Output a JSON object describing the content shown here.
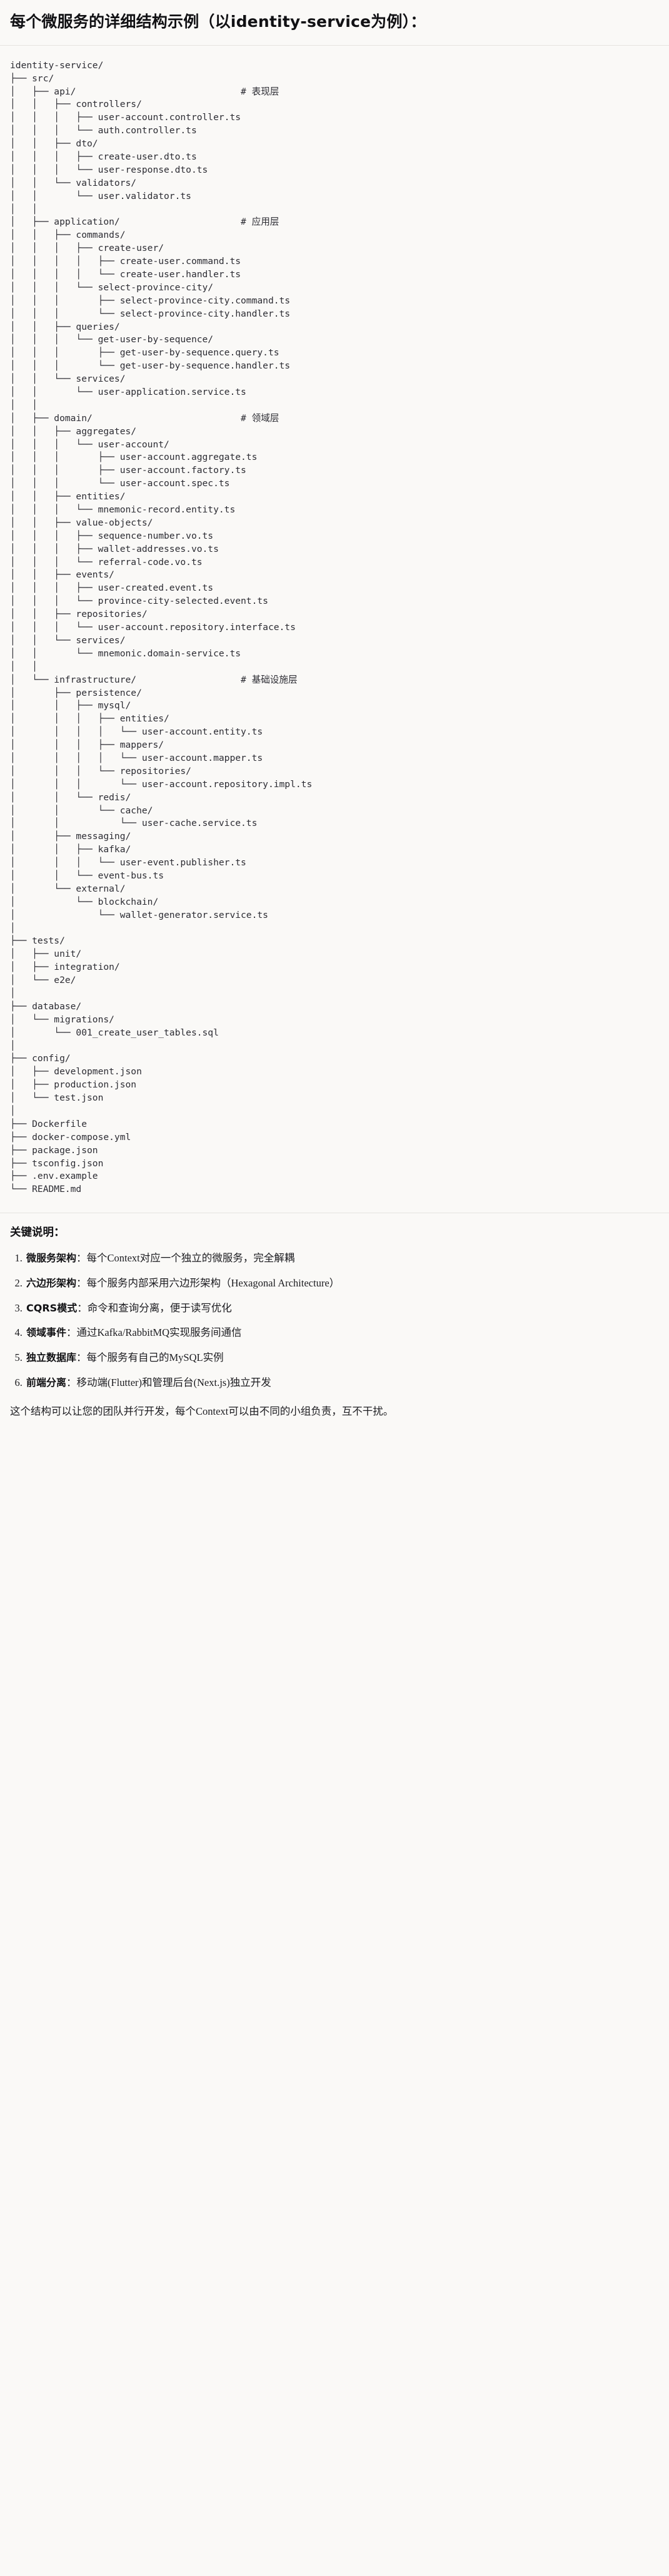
{
  "document": {
    "title": "每个微服务的详细结构示例（以identity-service为例）："
  },
  "tree": {
    "root_label": "identity-service/",
    "comment_column": 42,
    "lines": [
      {
        "prefix": "",
        "name": "identity-service/",
        "comment": ""
      },
      {
        "prefix": "├── ",
        "name": "src/",
        "comment": ""
      },
      {
        "prefix": "│   ├── ",
        "name": "api/",
        "comment": "# 表现层"
      },
      {
        "prefix": "│   │   ├── ",
        "name": "controllers/",
        "comment": ""
      },
      {
        "prefix": "│   │   │   ├── ",
        "name": "user-account.controller.ts",
        "comment": ""
      },
      {
        "prefix": "│   │   │   └── ",
        "name": "auth.controller.ts",
        "comment": ""
      },
      {
        "prefix": "│   │   ├── ",
        "name": "dto/",
        "comment": ""
      },
      {
        "prefix": "│   │   │   ├── ",
        "name": "create-user.dto.ts",
        "comment": ""
      },
      {
        "prefix": "│   │   │   └── ",
        "name": "user-response.dto.ts",
        "comment": ""
      },
      {
        "prefix": "│   │   └── ",
        "name": "validators/",
        "comment": ""
      },
      {
        "prefix": "│   │       └── ",
        "name": "user.validator.ts",
        "comment": ""
      },
      {
        "prefix": "│   │",
        "name": "",
        "comment": ""
      },
      {
        "prefix": "│   ├── ",
        "name": "application/",
        "comment": "# 应用层"
      },
      {
        "prefix": "│   │   ├── ",
        "name": "commands/",
        "comment": ""
      },
      {
        "prefix": "│   │   │   ├── ",
        "name": "create-user/",
        "comment": ""
      },
      {
        "prefix": "│   │   │   │   ├── ",
        "name": "create-user.command.ts",
        "comment": ""
      },
      {
        "prefix": "│   │   │   │   └── ",
        "name": "create-user.handler.ts",
        "comment": ""
      },
      {
        "prefix": "│   │   │   └── ",
        "name": "select-province-city/",
        "comment": ""
      },
      {
        "prefix": "│   │   │       ├── ",
        "name": "select-province-city.command.ts",
        "comment": ""
      },
      {
        "prefix": "│   │   │       └── ",
        "name": "select-province-city.handler.ts",
        "comment": ""
      },
      {
        "prefix": "│   │   ├── ",
        "name": "queries/",
        "comment": ""
      },
      {
        "prefix": "│   │   │   └── ",
        "name": "get-user-by-sequence/",
        "comment": ""
      },
      {
        "prefix": "│   │   │       ├── ",
        "name": "get-user-by-sequence.query.ts",
        "comment": ""
      },
      {
        "prefix": "│   │   │       └── ",
        "name": "get-user-by-sequence.handler.ts",
        "comment": ""
      },
      {
        "prefix": "│   │   └── ",
        "name": "services/",
        "comment": ""
      },
      {
        "prefix": "│   │       └── ",
        "name": "user-application.service.ts",
        "comment": ""
      },
      {
        "prefix": "│   │",
        "name": "",
        "comment": ""
      },
      {
        "prefix": "│   ├── ",
        "name": "domain/",
        "comment": "# 领域层"
      },
      {
        "prefix": "│   │   ├── ",
        "name": "aggregates/",
        "comment": ""
      },
      {
        "prefix": "│   │   │   └── ",
        "name": "user-account/",
        "comment": ""
      },
      {
        "prefix": "│   │   │       ├── ",
        "name": "user-account.aggregate.ts",
        "comment": ""
      },
      {
        "prefix": "│   │   │       ├── ",
        "name": "user-account.factory.ts",
        "comment": ""
      },
      {
        "prefix": "│   │   │       └── ",
        "name": "user-account.spec.ts",
        "comment": ""
      },
      {
        "prefix": "│   │   ├── ",
        "name": "entities/",
        "comment": ""
      },
      {
        "prefix": "│   │   │   └── ",
        "name": "mnemonic-record.entity.ts",
        "comment": ""
      },
      {
        "prefix": "│   │   ├── ",
        "name": "value-objects/",
        "comment": ""
      },
      {
        "prefix": "│   │   │   ├── ",
        "name": "sequence-number.vo.ts",
        "comment": ""
      },
      {
        "prefix": "│   │   │   ├── ",
        "name": "wallet-addresses.vo.ts",
        "comment": ""
      },
      {
        "prefix": "│   │   │   └── ",
        "name": "referral-code.vo.ts",
        "comment": ""
      },
      {
        "prefix": "│   │   ├── ",
        "name": "events/",
        "comment": ""
      },
      {
        "prefix": "│   │   │   ├── ",
        "name": "user-created.event.ts",
        "comment": ""
      },
      {
        "prefix": "│   │   │   └── ",
        "name": "province-city-selected.event.ts",
        "comment": ""
      },
      {
        "prefix": "│   │   ├── ",
        "name": "repositories/",
        "comment": ""
      },
      {
        "prefix": "│   │   │   └── ",
        "name": "user-account.repository.interface.ts",
        "comment": ""
      },
      {
        "prefix": "│   │   └── ",
        "name": "services/",
        "comment": ""
      },
      {
        "prefix": "│   │       └── ",
        "name": "mnemonic.domain-service.ts",
        "comment": ""
      },
      {
        "prefix": "│   │",
        "name": "",
        "comment": ""
      },
      {
        "prefix": "│   └── ",
        "name": "infrastructure/",
        "comment": "# 基础设施层"
      },
      {
        "prefix": "│       ├── ",
        "name": "persistence/",
        "comment": ""
      },
      {
        "prefix": "│       │   ├── ",
        "name": "mysql/",
        "comment": ""
      },
      {
        "prefix": "│       │   │   ├── ",
        "name": "entities/",
        "comment": ""
      },
      {
        "prefix": "│       │   │   │   └── ",
        "name": "user-account.entity.ts",
        "comment": ""
      },
      {
        "prefix": "│       │   │   ├── ",
        "name": "mappers/",
        "comment": ""
      },
      {
        "prefix": "│       │   │   │   └── ",
        "name": "user-account.mapper.ts",
        "comment": ""
      },
      {
        "prefix": "│       │   │   └── ",
        "name": "repositories/",
        "comment": ""
      },
      {
        "prefix": "│       │   │       └── ",
        "name": "user-account.repository.impl.ts",
        "comment": ""
      },
      {
        "prefix": "│       │   └── ",
        "name": "redis/",
        "comment": ""
      },
      {
        "prefix": "│       │       └── ",
        "name": "cache/",
        "comment": ""
      },
      {
        "prefix": "│       │           └── ",
        "name": "user-cache.service.ts",
        "comment": ""
      },
      {
        "prefix": "│       ├── ",
        "name": "messaging/",
        "comment": ""
      },
      {
        "prefix": "│       │   ├── ",
        "name": "kafka/",
        "comment": ""
      },
      {
        "prefix": "│       │   │   └── ",
        "name": "user-event.publisher.ts",
        "comment": ""
      },
      {
        "prefix": "│       │   └── ",
        "name": "event-bus.ts",
        "comment": ""
      },
      {
        "prefix": "│       └── ",
        "name": "external/",
        "comment": ""
      },
      {
        "prefix": "│           └── ",
        "name": "blockchain/",
        "comment": ""
      },
      {
        "prefix": "│               └── ",
        "name": "wallet-generator.service.ts",
        "comment": ""
      },
      {
        "prefix": "│",
        "name": "",
        "comment": ""
      },
      {
        "prefix": "├── ",
        "name": "tests/",
        "comment": ""
      },
      {
        "prefix": "│   ├── ",
        "name": "unit/",
        "comment": ""
      },
      {
        "prefix": "│   ├── ",
        "name": "integration/",
        "comment": ""
      },
      {
        "prefix": "│   └── ",
        "name": "e2e/",
        "comment": ""
      },
      {
        "prefix": "│",
        "name": "",
        "comment": ""
      },
      {
        "prefix": "├── ",
        "name": "database/",
        "comment": ""
      },
      {
        "prefix": "│   └── ",
        "name": "migrations/",
        "comment": ""
      },
      {
        "prefix": "│       └── ",
        "name": "001_create_user_tables.sql",
        "comment": ""
      },
      {
        "prefix": "│",
        "name": "",
        "comment": ""
      },
      {
        "prefix": "├── ",
        "name": "config/",
        "comment": ""
      },
      {
        "prefix": "│   ├── ",
        "name": "development.json",
        "comment": ""
      },
      {
        "prefix": "│   ├── ",
        "name": "production.json",
        "comment": ""
      },
      {
        "prefix": "│   └── ",
        "name": "test.json",
        "comment": ""
      },
      {
        "prefix": "│",
        "name": "",
        "comment": ""
      },
      {
        "prefix": "├── ",
        "name": "Dockerfile",
        "comment": ""
      },
      {
        "prefix": "├── ",
        "name": "docker-compose.yml",
        "comment": ""
      },
      {
        "prefix": "├── ",
        "name": "package.json",
        "comment": ""
      },
      {
        "prefix": "├── ",
        "name": "tsconfig.json",
        "comment": ""
      },
      {
        "prefix": "├── ",
        "name": ".env.example",
        "comment": ""
      },
      {
        "prefix": "└── ",
        "name": "README.md",
        "comment": ""
      }
    ]
  },
  "notes": {
    "heading": "关键说明：",
    "items": [
      {
        "label": "微服务架构",
        "separator": "：",
        "text": "每个Context对应一个独立的微服务，完全解耦"
      },
      {
        "label": "六边形架构",
        "separator": "：",
        "text": "每个服务内部采用六边形架构（Hexagonal Architecture）"
      },
      {
        "label": "CQRS模式",
        "separator": "：",
        "text": "命令和查询分离，便于读写优化"
      },
      {
        "label": "领域事件",
        "separator": "：",
        "text": "通过Kafka/RabbitMQ实现服务间通信"
      },
      {
        "label": "独立数据库",
        "separator": "：",
        "text": "每个服务有自己的MySQL实例"
      },
      {
        "label": "前端分离",
        "separator": "：",
        "text": "移动端(Flutter)和管理后台(Next.js)独立开发"
      }
    ],
    "closing": "这个结构可以让您的团队并行开发，每个Context可以由不同的小组负责，互不干扰。"
  }
}
